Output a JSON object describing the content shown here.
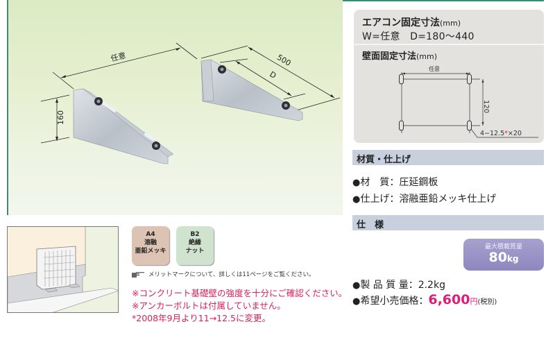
{
  "product_photo": {
    "dim_width": "任意",
    "dim_height": "160",
    "dim_length": "500",
    "dim_depth": "D",
    "colors": {
      "border": "#3a8a78",
      "bg_top": "#dcebc4",
      "bg_bottom": "#f2f6ee"
    }
  },
  "aircon_dimensions": {
    "title": "エアコン固定寸法",
    "unit": "(mm)",
    "values": "W=任意　D=180～440"
  },
  "wall_dimensions": {
    "title": "壁面固定寸法",
    "unit": "(mm)",
    "width_label": "任意",
    "height_label": "120",
    "hole_spec_prefix": "4−12.5",
    "hole_spec_mark": "*",
    "hole_spec_suffix": "×20"
  },
  "material_section": {
    "title": "材質・仕上げ",
    "items": [
      {
        "bullet": "●",
        "label": "材　質",
        "sep": "：",
        "value": "圧延鋼板"
      },
      {
        "bullet": "●",
        "label": "仕上げ",
        "sep": "：",
        "value": "溶融亜鉛メッキ仕上げ"
      }
    ]
  },
  "spec_section": {
    "title": "仕　様",
    "max_load_label": "最大積載質量",
    "max_load_value": "80",
    "max_load_unit": "kg",
    "weight": {
      "bullet": "●",
      "label": "製 品 質 量",
      "sep": "：",
      "value": "2.2kg"
    },
    "price": {
      "bullet": "●",
      "label": "希望小売価格",
      "sep": "：",
      "value": "6,600",
      "unit": "円",
      "tax": "(税別)"
    },
    "colors": {
      "price": "#d8207a",
      "badge": "#9a94c8",
      "section_bar": "#c7d0dc"
    }
  },
  "merit_marks": [
    {
      "code": "A4",
      "line1": "溶融",
      "line2": "亜鉛メッキ",
      "color": "#dcc3b4"
    },
    {
      "code": "B2",
      "line1": "絶縁",
      "line2": "ナット",
      "color": "#cfe3cf"
    }
  ],
  "merit_note": "メリットマークについて、詳しくは11ページをご覧ください。",
  "warnings": [
    "※コンクリート基礎壁の強度を十分にご確認ください。",
    "※アンカーボルトは付属していません。",
    "*2008年9月より11→12.5に変更。"
  ]
}
